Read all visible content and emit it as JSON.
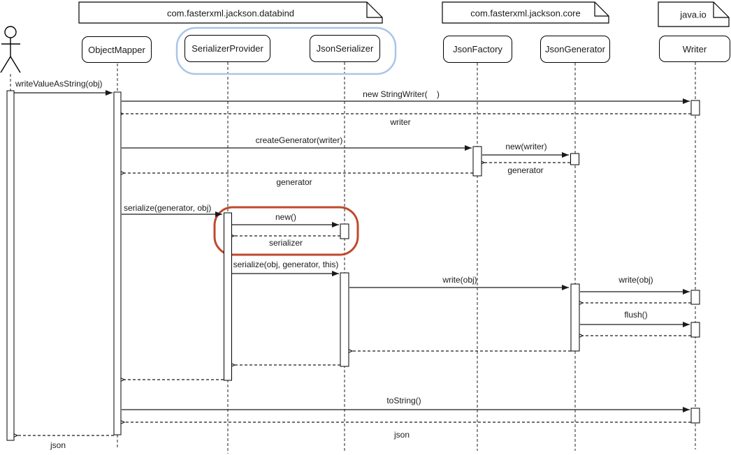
{
  "packages": [
    {
      "label": "com.fasterxml.jackson.databind"
    },
    {
      "label": "com.fasterxml.jackson.core"
    },
    {
      "label": "java.io"
    }
  ],
  "lifelines": [
    {
      "label": "ObjectMapper",
      "package": "com.fasterxml.jackson.databind"
    },
    {
      "label": "SerializerProvider",
      "package": "com.fasterxml.jackson.databind"
    },
    {
      "label": "JsonSerializer",
      "package": "com.fasterxml.jackson.databind"
    },
    {
      "label": "JsonFactory",
      "package": "com.fasterxml.jackson.core"
    },
    {
      "label": "JsonGenerator",
      "package": "com.fasterxml.jackson.core"
    },
    {
      "label": "Writer",
      "package": "java.io"
    }
  ],
  "messages": [
    {
      "label": "writeValueAsString(obj)",
      "kind": "call",
      "from": "actor",
      "to": "ObjectMapper"
    },
    {
      "label": "new StringWriter(    )",
      "kind": "call",
      "from": "ObjectMapper",
      "to": "Writer"
    },
    {
      "label": "writer",
      "kind": "return",
      "from": "Writer",
      "to": "ObjectMapper"
    },
    {
      "label": "createGenerator(writer)",
      "kind": "call",
      "from": "ObjectMapper",
      "to": "JsonFactory"
    },
    {
      "label": "new(writer)",
      "kind": "call",
      "from": "JsonFactory",
      "to": "JsonGenerator"
    },
    {
      "label": "generator",
      "kind": "return",
      "from": "JsonGenerator",
      "to": "JsonFactory"
    },
    {
      "label": "generator",
      "kind": "return",
      "from": "JsonFactory",
      "to": "ObjectMapper"
    },
    {
      "label": "serialize(generator, obj)",
      "kind": "call",
      "from": "ObjectMapper",
      "to": "SerializerProvider"
    },
    {
      "label": "new()",
      "kind": "call",
      "from": "SerializerProvider",
      "to": "JsonSerializer"
    },
    {
      "label": "serializer",
      "kind": "return",
      "from": "JsonSerializer",
      "to": "SerializerProvider"
    },
    {
      "label": "serialize(obj, generator, this)",
      "kind": "call",
      "from": "SerializerProvider",
      "to": "JsonSerializer"
    },
    {
      "label": "write(obj)",
      "kind": "call",
      "from": "JsonSerializer",
      "to": "JsonGenerator"
    },
    {
      "label": "write(obj)",
      "kind": "call",
      "from": "JsonGenerator",
      "to": "Writer"
    },
    {
      "label": "",
      "kind": "return",
      "from": "Writer",
      "to": "JsonGenerator"
    },
    {
      "label": "flush()",
      "kind": "call",
      "from": "JsonGenerator",
      "to": "Writer"
    },
    {
      "label": "",
      "kind": "return",
      "from": "Writer",
      "to": "JsonGenerator"
    },
    {
      "label": "",
      "kind": "return",
      "from": "JsonGenerator",
      "to": "JsonSerializer"
    },
    {
      "label": "",
      "kind": "return",
      "from": "JsonSerializer",
      "to": "SerializerProvider"
    },
    {
      "label": "",
      "kind": "return",
      "from": "SerializerProvider",
      "to": "ObjectMapper"
    },
    {
      "label": "toString()",
      "kind": "call",
      "from": "ObjectMapper",
      "to": "Writer"
    },
    {
      "label": "json",
      "kind": "return",
      "from": "Writer",
      "to": "ObjectMapper"
    },
    {
      "label": "json",
      "kind": "return",
      "from": "ObjectMapper",
      "to": "actor"
    }
  ],
  "colors": {
    "highlight_blue": "#a9c5e8",
    "highlight_red": "#bf4a2b",
    "line": "#1a1a1a"
  }
}
